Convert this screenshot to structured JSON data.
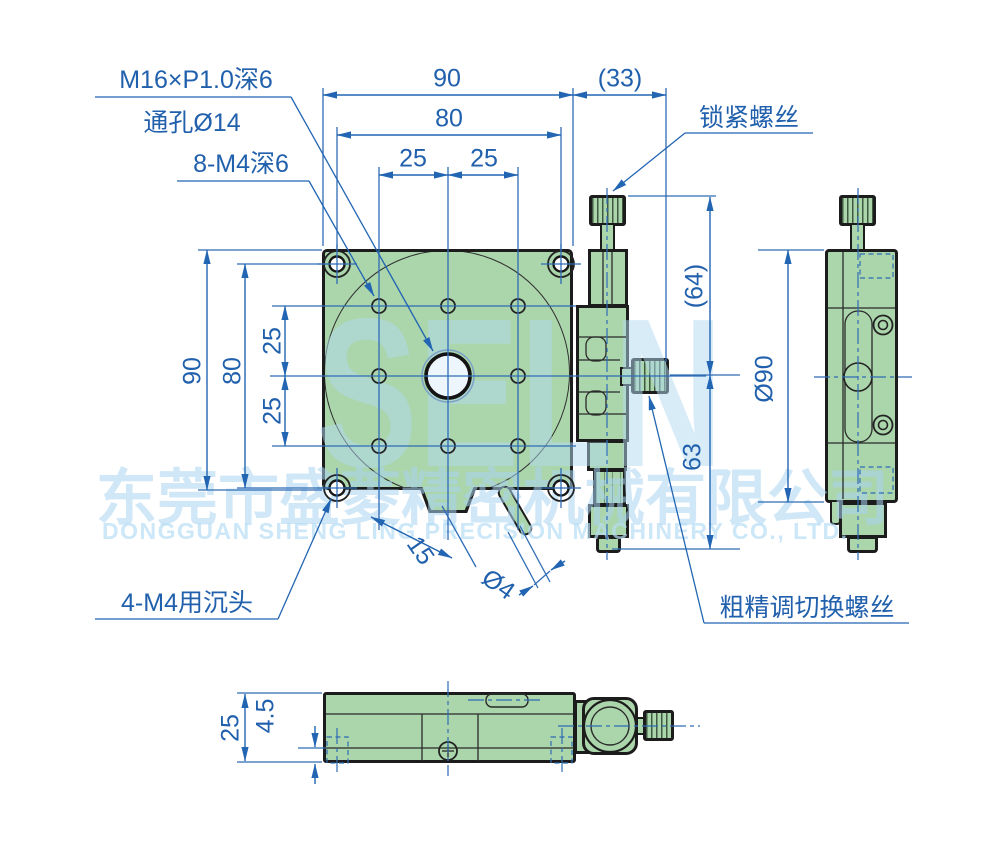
{
  "callouts": {
    "center_thread": "M16×P1.0深6",
    "center_through_hole": "通孔Ø14",
    "grid_holes": "8-M4深6",
    "countersunk_holes": "4-M4用沉头",
    "lock_screw": "锁紧螺丝",
    "coarse_fine_switch_screw": "粗精调切换螺丝"
  },
  "dimensions": {
    "top_width": "90",
    "top_hole_span": "80",
    "top_pitch_left": "25",
    "top_pitch_right": "25",
    "top_side_offset": "(33)",
    "left_height": "90",
    "left_hole_span": "80",
    "left_pitch_top": "25",
    "left_pitch_bottom": "25",
    "knob_section_height": "(64)",
    "micrometer_section_height": "63",
    "platform_diameter": "Ø90",
    "handle_offset": "15",
    "handle_diameter": "Ø4",
    "base_height": "25",
    "base_plate_thickness": "4.5"
  },
  "watermark": {
    "logo": "SELN",
    "company_cn": "东莞市盛菱精密机械有限公司",
    "company_en": "DONGGUAN SHENG LING PRECISION MACHINERY CO., LTD."
  },
  "colors": {
    "part_fill": "#abd5ab",
    "outline": "#1c1c1c",
    "annotation_blue": "#2265b2",
    "watermark_blue": "#b1d9f1"
  }
}
